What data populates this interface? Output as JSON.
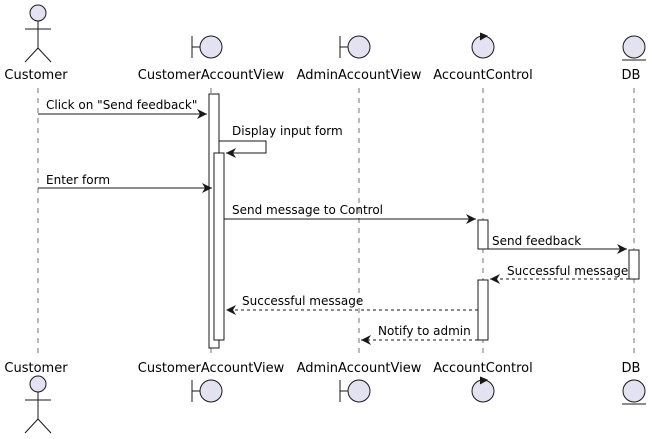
{
  "participants": [
    {
      "id": "customer",
      "label": "Customer",
      "kind": "actor"
    },
    {
      "id": "cav",
      "label": "CustomerAccountView",
      "kind": "boundary"
    },
    {
      "id": "aav",
      "label": "AdminAccountView",
      "kind": "boundary"
    },
    {
      "id": "ac",
      "label": "AccountControl",
      "kind": "control"
    },
    {
      "id": "db",
      "label": "DB",
      "kind": "entity"
    }
  ],
  "messages": [
    {
      "from": "customer",
      "to": "cav",
      "label": "Click on \"Send feedback\"",
      "style": "solid"
    },
    {
      "from": "cav",
      "to": "cav",
      "label": "Display input form",
      "style": "solid"
    },
    {
      "from": "customer",
      "to": "cav",
      "label": "Enter form",
      "style": "solid"
    },
    {
      "from": "cav",
      "to": "ac",
      "label": "Send message to Control",
      "style": "solid"
    },
    {
      "from": "ac",
      "to": "db",
      "label": "Send feedback",
      "style": "solid"
    },
    {
      "from": "db",
      "to": "ac",
      "label": "Successful message",
      "style": "dashed"
    },
    {
      "from": "ac",
      "to": "cav",
      "label": "Successful message",
      "style": "dashed"
    },
    {
      "from": "ac",
      "to": "aav",
      "label": "Notify to admin",
      "style": "dashed"
    }
  ],
  "colors": {
    "shape_fill": "#e2e2f0",
    "stroke": "#181818",
    "lifeline": "#181818",
    "background": "#ffffff"
  }
}
